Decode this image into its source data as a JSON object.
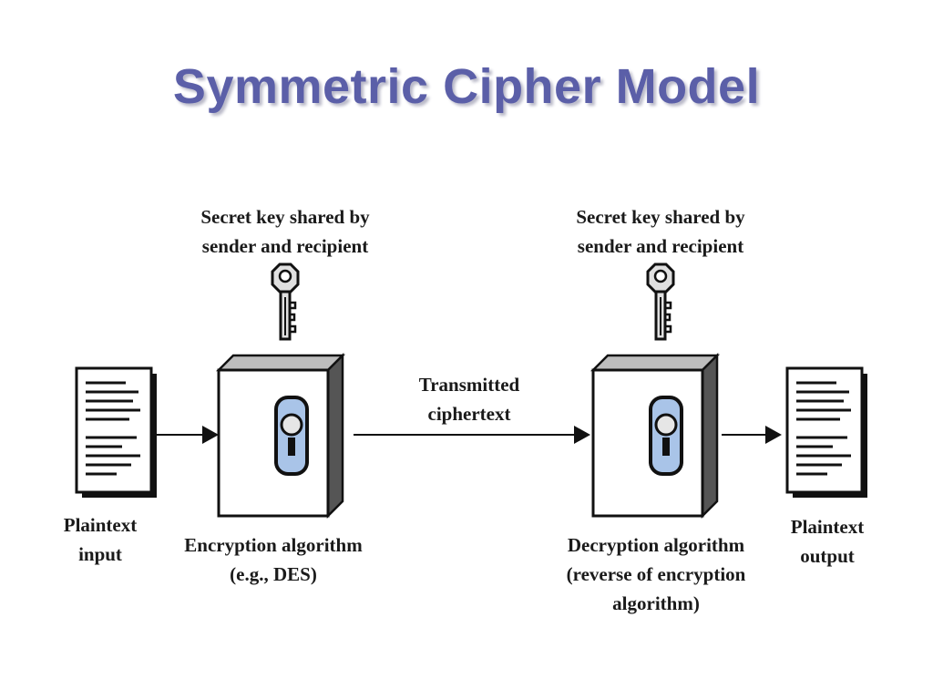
{
  "slide": {
    "title": "Symmetric Cipher Model"
  },
  "diagram": {
    "key_left_caption": "Secret key shared by\nsender and recipient",
    "key_right_caption": "Secret key shared by\nsender and recipient",
    "plaintext_input": "Plaintext\ninput",
    "encryption": "Encryption algorithm\n(e.g., DES)",
    "transmitted": "Transmitted\nciphertext",
    "decryption": "Decryption algorithm\n(reverse of encryption\nalgorithm)",
    "plaintext_output": "Plaintext\noutput"
  },
  "colors": {
    "title": "#5b5fa8",
    "lock_fill": "#a9c4e8",
    "box_top": "#bdbdbd",
    "box_side": "#555555"
  }
}
